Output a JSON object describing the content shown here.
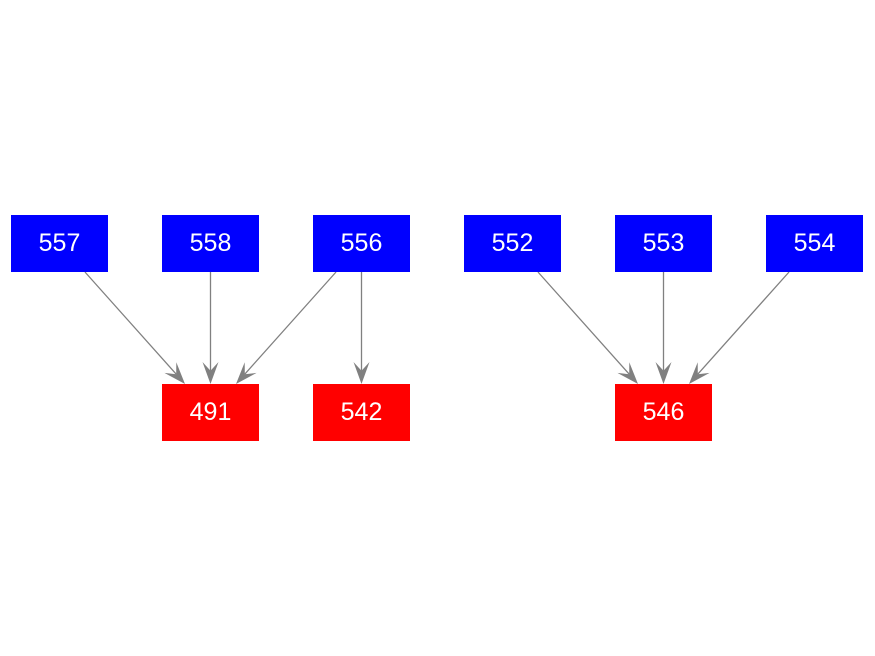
{
  "colors": {
    "source": "#0000ff",
    "target": "#ff0000",
    "edge": "#808080",
    "label": "#ffffff"
  },
  "nodes": [
    {
      "id": "557",
      "label": "557",
      "role": "source"
    },
    {
      "id": "558",
      "label": "558",
      "role": "source"
    },
    {
      "id": "556",
      "label": "556",
      "role": "source"
    },
    {
      "id": "552",
      "label": "552",
      "role": "source"
    },
    {
      "id": "553",
      "label": "553",
      "role": "source"
    },
    {
      "id": "554",
      "label": "554",
      "role": "source"
    },
    {
      "id": "491",
      "label": "491",
      "role": "target"
    },
    {
      "id": "542",
      "label": "542",
      "role": "target"
    },
    {
      "id": "546",
      "label": "546",
      "role": "target"
    }
  ],
  "edges": [
    {
      "from": "557",
      "to": "491"
    },
    {
      "from": "558",
      "to": "491"
    },
    {
      "from": "556",
      "to": "491"
    },
    {
      "from": "556",
      "to": "542"
    },
    {
      "from": "552",
      "to": "546"
    },
    {
      "from": "553",
      "to": "546"
    },
    {
      "from": "554",
      "to": "546"
    }
  ]
}
